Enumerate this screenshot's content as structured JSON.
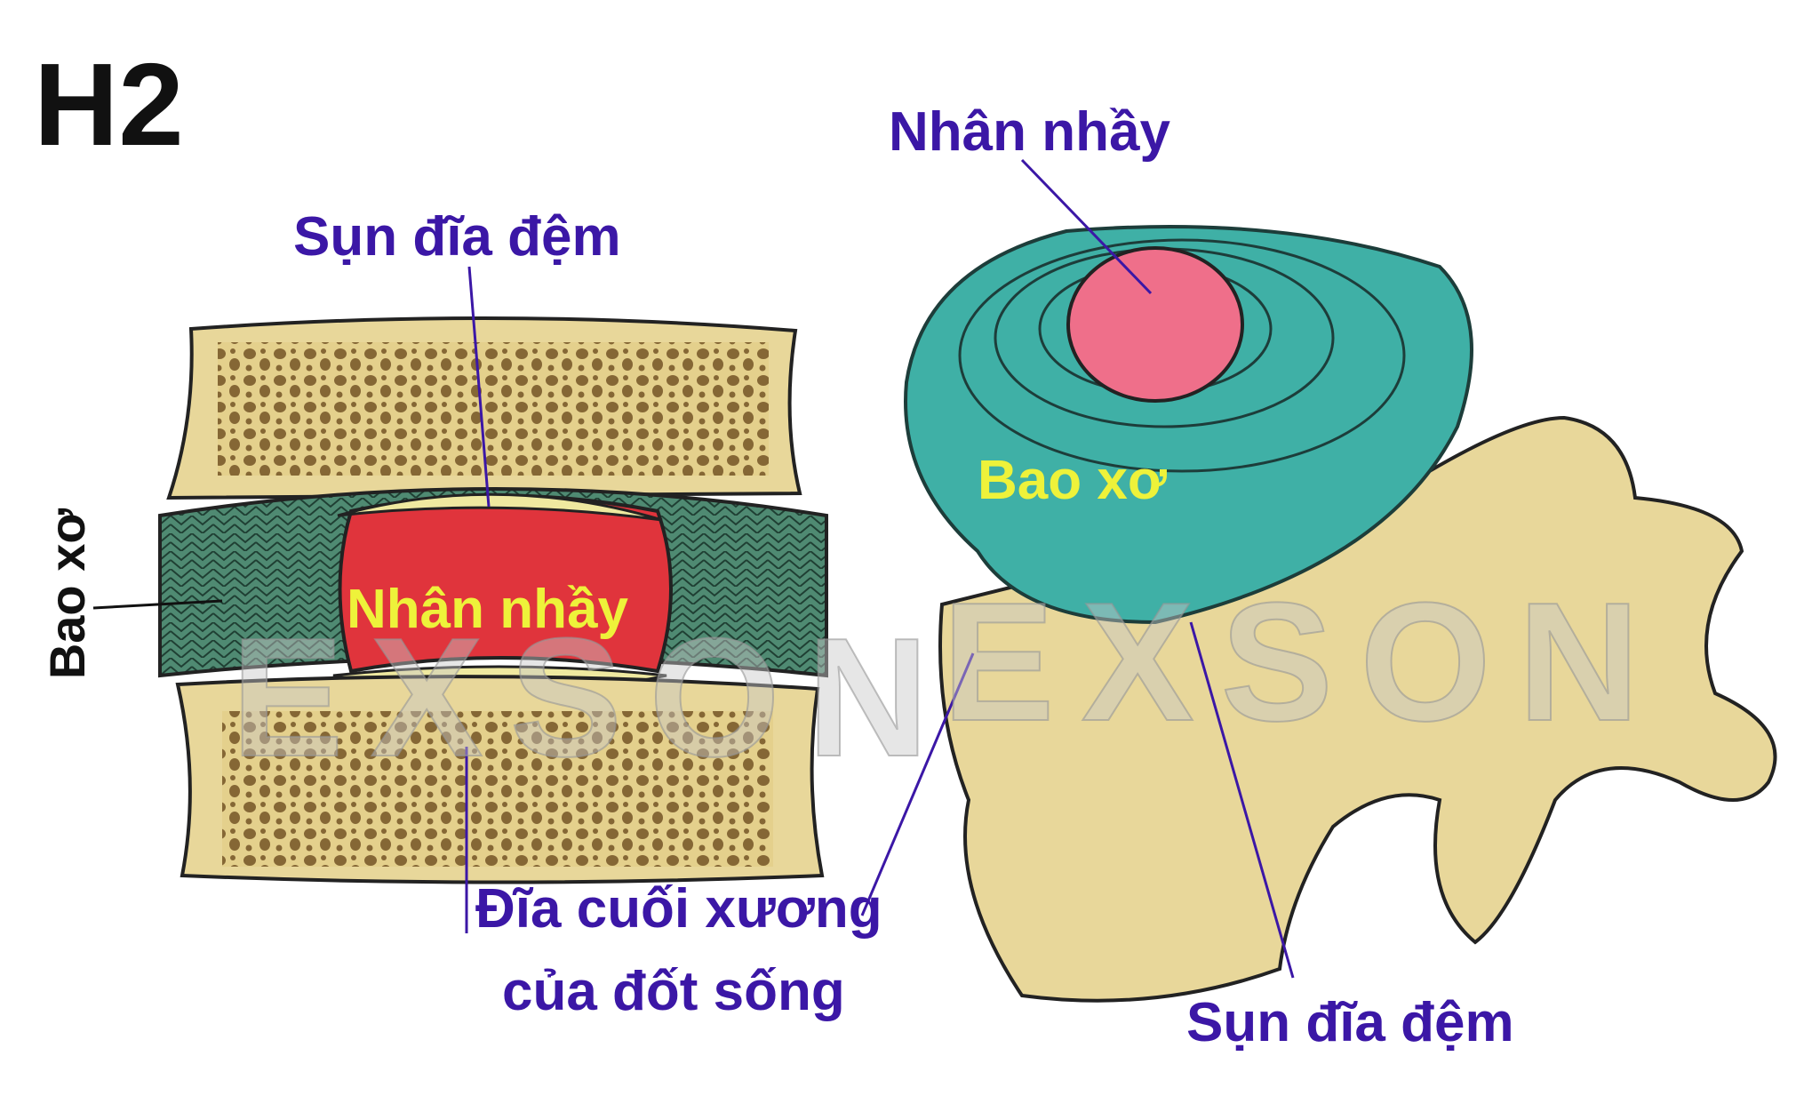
{
  "figure_label": "H2",
  "left_diagram": {
    "label_cartilage": "Sụn đĩa đệm",
    "label_annulus": "Bao xơ",
    "label_nucleus": "Nhân nhầy",
    "label_endplate_line1": "Đĩa cuối xương",
    "label_endplate_line2": "của đốt sống"
  },
  "right_diagram": {
    "label_nucleus": "Nhân nhầy",
    "label_annulus": "Bao xơ",
    "label_cartilage": "Sụn đĩa đệm"
  },
  "watermark": "EXSON",
  "colors": {
    "label": "#3b17a6",
    "inner_label": "#eef23a",
    "bone": "#e8d79a",
    "annulus_left": "#3f7e68",
    "annulus_right": "#3fb0a6",
    "nucleus_left": "#e0343c",
    "nucleus_right": "#ef6f8a"
  }
}
